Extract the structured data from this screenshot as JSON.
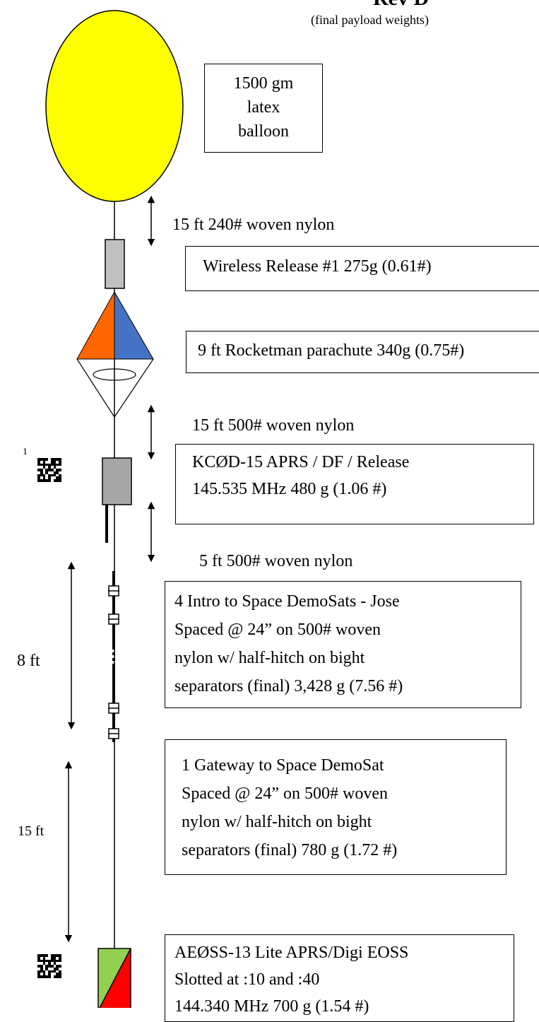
{
  "header": {
    "rev": "Rev D",
    "subtitle": "(final payload weights)"
  },
  "balloon": {
    "label": "1500 gm\nlatex\nballoon",
    "color": "#ffff00"
  },
  "segments": [
    {
      "label": "15 ft 240# woven nylon"
    },
    {
      "label": "15 ft 500# woven nylon"
    },
    {
      "label": "5 ft 500# woven nylon"
    }
  ],
  "components": {
    "release": {
      "label": "Wireless Release #1 275g (0.61#)"
    },
    "parachute": {
      "label": "9 ft Rocketman parachute 340g (0.75#)",
      "colors": {
        "left": "#ff6600",
        "right": "#4472c4"
      }
    },
    "tracker": {
      "label": "KCØD-15 APRS / DF / Release\n145.535 MHz  480 g (1.06 #)",
      "color": "#a6a6a6"
    },
    "demosats": {
      "label": "4 Intro to Space DemoSats - Jose\nSpaced @ 24” on 500# woven\nnylon w/ half-hitch on bight\nseparators (final) 3,428 g (7.56 #)"
    },
    "gateway": {
      "label": "1 Gateway to Space DemoSat\nSpaced @ 24” on 500# woven\nnylon w/ half-hitch on bight\nseparators (final) 780 g (1.72 #)"
    },
    "beacon": {
      "label": "AEØSS-13 Lite APRS/Digi EOSS\nSlotted at :10 and :40\n144.340 MHz   700 g (1.54 #)",
      "colors": {
        "top": "#92d050",
        "bottom": "#ff0000"
      }
    }
  },
  "spans": [
    {
      "label": "8 ft"
    },
    {
      "label": "15 ft"
    }
  ],
  "footnote": "1"
}
